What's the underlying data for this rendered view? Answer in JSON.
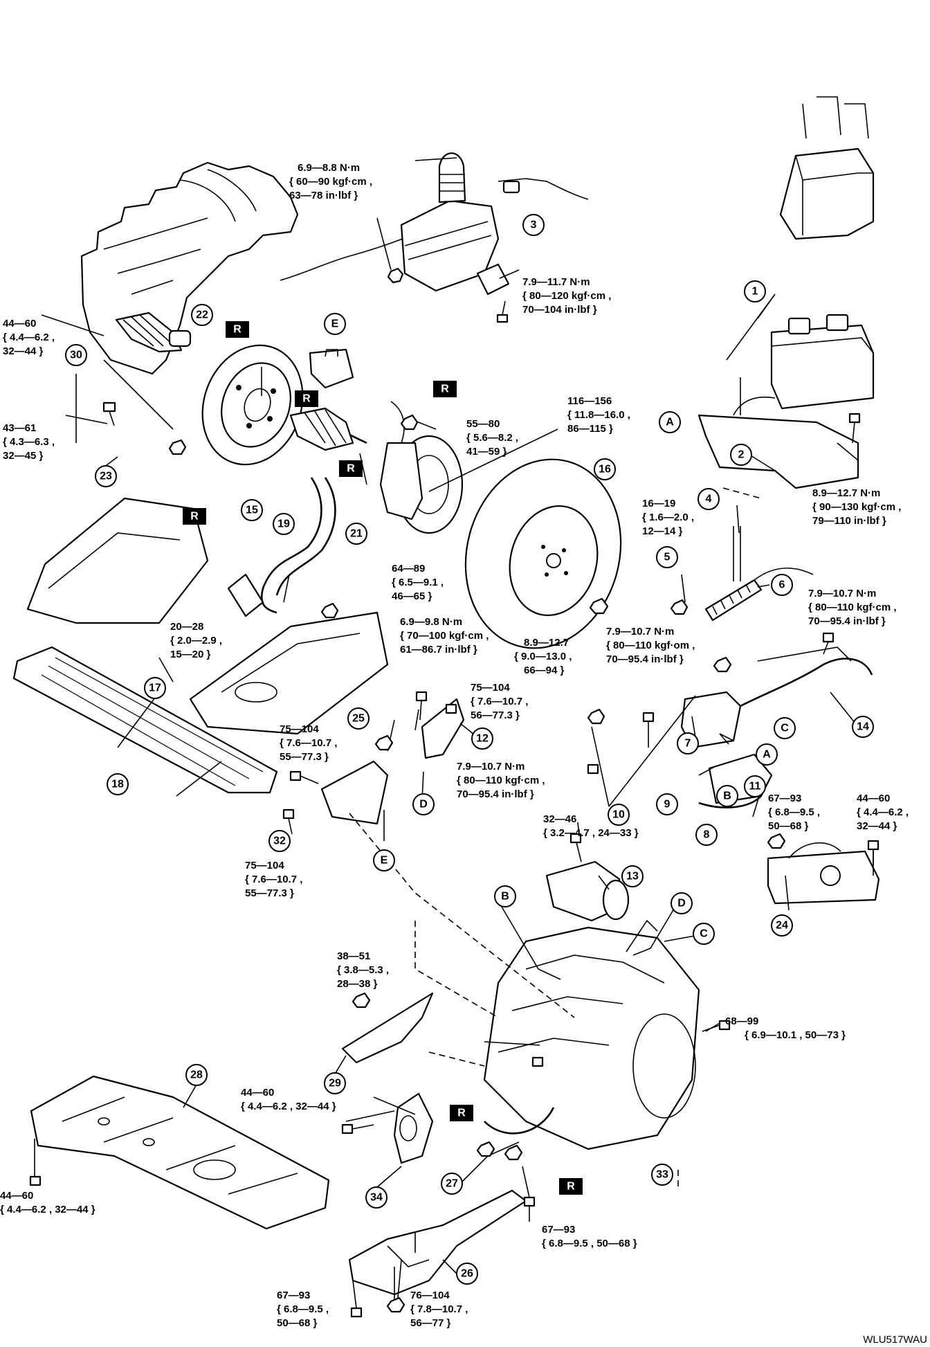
{
  "torque_specs": [
    {
      "id": "t_aircleaner",
      "lines": [
        "6.9—8.8 N·m",
        "{ 60—90 kgf·cm ,",
        "63—78 in·lbf }"
      ]
    },
    {
      "id": "t_3b",
      "lines": [
        "7.9—11.7 N·m",
        "{ 80—120 kgf·cm ,",
        "70—104 in·lbf }"
      ]
    },
    {
      "id": "t_22",
      "lines": [
        "44—60",
        "{ 4.4—6.2 ,",
        "32—44 }"
      ]
    },
    {
      "id": "t_30",
      "lines": [
        "43—61",
        "{ 4.3—6.3 ,",
        "32—45 }"
      ]
    },
    {
      "id": "t_mid",
      "lines": [
        "55—80",
        "{ 5.6—8.2 ,",
        "41—59 }"
      ]
    },
    {
      "id": "t_wheel",
      "lines": [
        "116—156",
        "{ 11.8—16.0 ,",
        "86—115 }"
      ]
    },
    {
      "id": "t_battery",
      "lines": [
        "8.9—12.7 N·m",
        "{ 90—130 kgf·cm ,",
        "79—110 in·lbf }"
      ]
    },
    {
      "id": "t_5",
      "lines": [
        "16—19",
        "{ 1.6—2.0 ,",
        "12—14 }"
      ]
    },
    {
      "id": "t_6",
      "lines": [
        "7.9—10.7 N·m",
        "{ 80—110 kgf·cm ,",
        "70—95.4 in·lbf }"
      ]
    },
    {
      "id": "t_21",
      "lines": [
        "64—89",
        "{ 6.5—9.1 ,",
        "46—65 }"
      ]
    },
    {
      "id": "t_19",
      "lines": [
        "20—28",
        "{ 2.0—2.9 ,",
        "15—20 }"
      ]
    },
    {
      "id": "t_12a",
      "lines": [
        "6.9—9.8 N·m",
        "{ 70—100 kgf·cm ,",
        "61—86.7 in·lbf }"
      ]
    },
    {
      "id": "t_16",
      "lines": [
        "8.9—12.7",
        "{ 9.0—13.0 ,",
        "66—94 }"
      ]
    },
    {
      "id": "t_7",
      "lines": [
        "7.9—10.7 N·m",
        "{ 80—110 kgf·om ,",
        "70—95.4 in·lbf }"
      ]
    },
    {
      "id": "t_12b",
      "lines": [
        "75—104",
        "{ 7.6—10.7 ,",
        "56—77.3 }"
      ]
    },
    {
      "id": "t_25",
      "lines": [
        "75—104",
        "{ 7.6—10.7 ,",
        "55—77.3 }"
      ]
    },
    {
      "id": "t_10",
      "lines": [
        "7.9—10.7 N·m",
        "{ 80—110 kgf·cm ,",
        "70—95.4 in·lbf }"
      ]
    },
    {
      "id": "t_13",
      "lines": [
        "32—46",
        "{ 3.2—4.7 , 24—33 }"
      ]
    },
    {
      "id": "t_24a",
      "lines": [
        "67—93",
        "{ 6.8—9.5 ,",
        "50—68 }"
      ]
    },
    {
      "id": "t_24b",
      "lines": [
        "44—60",
        "{ 4.4—6.2 ,",
        "32—44 }"
      ]
    },
    {
      "id": "t_32",
      "lines": [
        "75—104",
        "{ 7.6—10.7 ,",
        "55—77.3 }"
      ]
    },
    {
      "id": "t_29",
      "lines": [
        "38—51",
        "{ 3.8—5.3 ,",
        "28—38 }"
      ]
    },
    {
      "id": "t_33",
      "lines": [
        "68—99",
        "{ 6.9—10.1 , 50—73 }"
      ]
    },
    {
      "id": "t_34",
      "lines": [
        "44—60",
        "{ 4.4—6.2 , 32—44 }"
      ]
    },
    {
      "id": "t_28",
      "lines": [
        "44—60",
        "{ 4.4—6.2 , 32—44 }"
      ]
    },
    {
      "id": "t_27",
      "lines": [
        "67—93",
        "{ 6.8—9.5 , 50—68 }"
      ]
    },
    {
      "id": "t_26a",
      "lines": [
        "67—93",
        "{ 6.8—9.5 ,",
        "50—68 }"
      ]
    },
    {
      "id": "t_26b",
      "lines": [
        "76—104",
        "{ 7.8—10.7 ,",
        "56—77 }"
      ]
    }
  ],
  "callouts": [
    "1",
    "2",
    "3",
    "4",
    "5",
    "6",
    "7",
    "8",
    "9",
    "10",
    "11",
    "12",
    "13",
    "14",
    "15",
    "16",
    "17",
    "18",
    "19",
    "21",
    "22",
    "23",
    "24",
    "25",
    "26",
    "27",
    "28",
    "29",
    "30",
    "32",
    "33",
    "34"
  ],
  "letters": [
    "A",
    "B",
    "C",
    "D",
    "E"
  ],
  "replace_mark": "R",
  "figure_code": "WLU517WAU"
}
